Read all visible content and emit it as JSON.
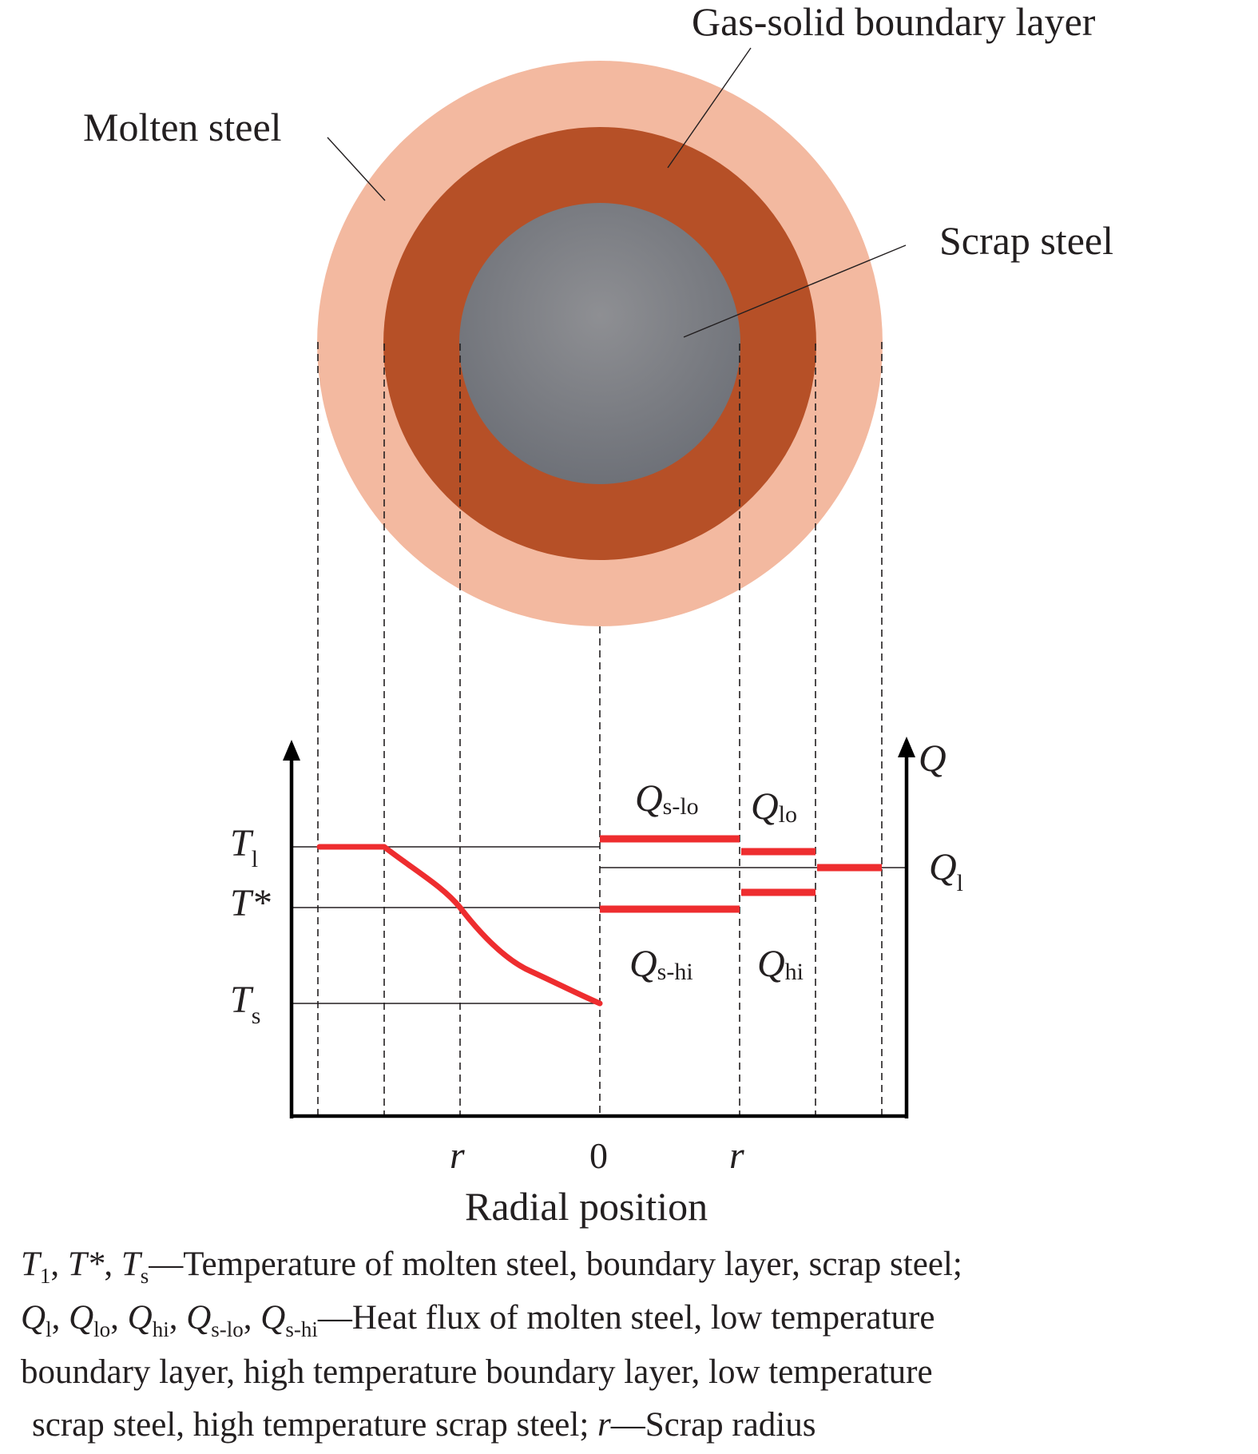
{
  "colors": {
    "molten_steel": "#f3b9a0",
    "boundary_layer": "#b65027",
    "scrap_center": "#8e8f93",
    "scrap_edge": "#6e7178",
    "curve": "#ee2d2f",
    "ink": "#231f20"
  },
  "labels": {
    "boundary_layer": "Gas-solid boundary layer",
    "molten_steel": "Molten steel",
    "scrap_steel": "Scrap steel",
    "x_axis_title": "Radial position",
    "tick_r_left": "r",
    "tick_zero": "0",
    "tick_r_right": "r"
  },
  "temperature_axis": {
    "T_l": {
      "main": "T",
      "sub": "l"
    },
    "T_star": "T*",
    "T_s": {
      "main": "T",
      "sub": "s"
    }
  },
  "flux_axis": {
    "title": "Q",
    "Q_l": {
      "main": "Q",
      "sub": "l"
    },
    "Q_s_lo": {
      "main": "Q",
      "sub": "s-lo"
    },
    "Q_lo": {
      "main": "Q",
      "sub": "lo"
    },
    "Q_s_hi": {
      "main": "Q",
      "sub": "s-hi"
    },
    "Q_hi": {
      "main": "Q",
      "sub": "hi"
    }
  },
  "legend": {
    "line1": {
      "t1": "T",
      "t1_sub": "1",
      "sep1": ", ",
      "tstar": "T*",
      "sep2": ", ",
      "ts": "T",
      "ts_sub": "s",
      "text": "—Temperature of molten steel, boundary layer, scrap steel;"
    },
    "line2": {
      "q1": "Q",
      "q1_sub": "l",
      "sep1": ", ",
      "q2": "Q",
      "q2_sub": "lo",
      "sep2": ", ",
      "q3": "Q",
      "q3_sub": "hi",
      "sep3": ", ",
      "q4": "Q",
      "q4_sub": "s-lo",
      "sep4": ", ",
      "q5": "Q",
      "q5_sub": "s-hi",
      "text": "—Heat flux of molten steel, low temperature"
    },
    "line3": "boundary layer, high temperature boundary layer, low temperature",
    "line4": {
      "pre": "scrap steel, high temperature scrap steel; ",
      "r": "r",
      "post": "—Scrap radius"
    }
  }
}
